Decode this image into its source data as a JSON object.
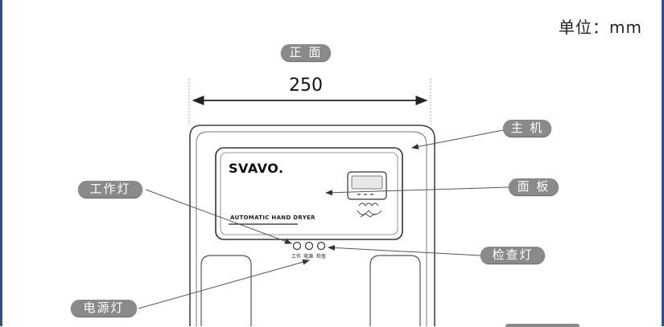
{
  "unit": "单位：mm",
  "view_label": "正 面",
  "width_dimension": "250",
  "brand": "SVAVO.",
  "panel_title": "AUTOMATIC HAND DRYER",
  "led_labels": [
    "工作",
    "电源",
    "检查"
  ],
  "callouts": {
    "main_unit": "主 机",
    "panel": "面 板",
    "work_light": "工作灯",
    "check_light": "检查灯",
    "power_light": "电源灯"
  },
  "colors": {
    "frame_border": "#2d4f8c",
    "callout_pill": "#8a8a8a",
    "line": "#555555"
  }
}
